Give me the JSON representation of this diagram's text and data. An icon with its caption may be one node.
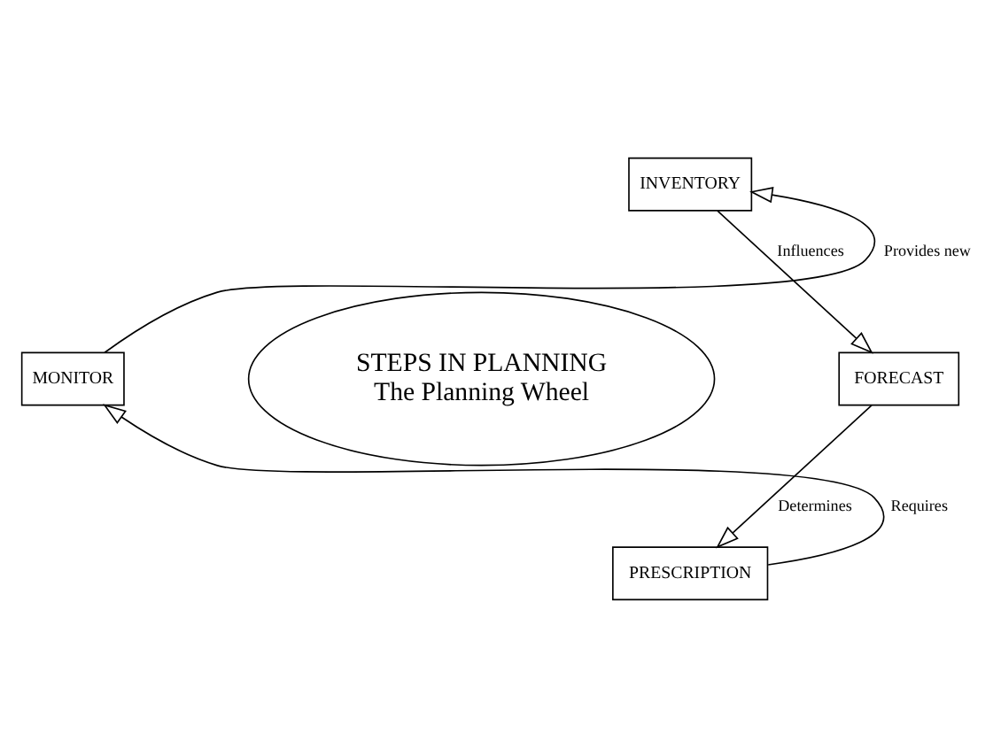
{
  "diagram": {
    "nodes": [
      {
        "text": [
          "STEPS IN PLANNING",
          "The Planning Wheel"
        ]
      },
      {
        "text": [
          "INVENTORY"
        ]
      },
      {
        "text": [
          "FORECAST"
        ]
      },
      {
        "text": [
          "PRESCRIPTION"
        ]
      },
      {
        "text": [
          "MONITOR"
        ]
      }
    ],
    "edges": [
      {
        "from": 1,
        "to": 2,
        "arrow": "to",
        "label": "Influences"
      },
      {
        "from": 2,
        "to": 3,
        "arrow": "to",
        "label": "Determines"
      },
      {
        "from": 3,
        "to": 4,
        "arrow": "to",
        "label": "Requires"
      },
      {
        "from": 4,
        "to": 1,
        "arrow": "to",
        "label": "Provides new"
      }
    ]
  }
}
